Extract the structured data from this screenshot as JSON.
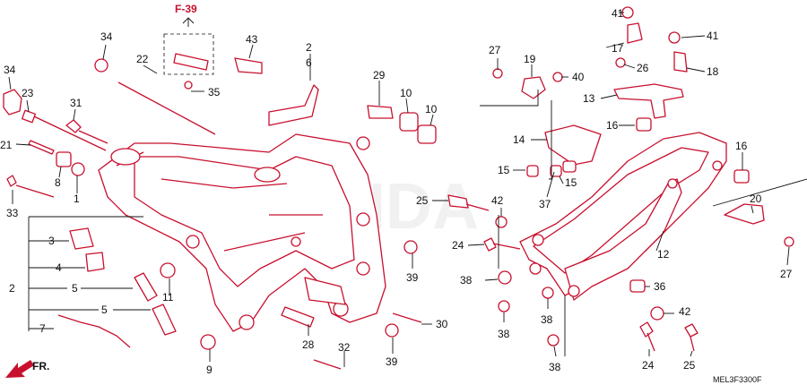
{
  "diagram": {
    "reference_tag": "F-39",
    "direction_label": "FR.",
    "diagram_code": "MEL3F3300F",
    "watermark": "HONDA",
    "callouts": [
      {
        "id": "c34a",
        "text": "34"
      },
      {
        "id": "c23",
        "text": "23"
      },
      {
        "id": "c21",
        "text": "21"
      },
      {
        "id": "c33",
        "text": "33"
      },
      {
        "id": "c34b",
        "text": "34"
      },
      {
        "id": "c22",
        "text": "22"
      },
      {
        "id": "c31",
        "text": "31"
      },
      {
        "id": "c8",
        "text": "8"
      },
      {
        "id": "c1",
        "text": "1"
      },
      {
        "id": "c35",
        "text": "35"
      },
      {
        "id": "c43",
        "text": "43"
      },
      {
        "id": "c2a",
        "text": "2"
      },
      {
        "id": "c6",
        "text": "6"
      },
      {
        "id": "c29",
        "text": "29"
      },
      {
        "id": "c10a",
        "text": "10"
      },
      {
        "id": "c10b",
        "text": "10"
      },
      {
        "id": "c3",
        "text": "3"
      },
      {
        "id": "c4",
        "text": "4"
      },
      {
        "id": "c2b",
        "text": "2"
      },
      {
        "id": "c5a",
        "text": "5"
      },
      {
        "id": "c5b",
        "text": "5"
      },
      {
        "id": "c7",
        "text": "7"
      },
      {
        "id": "c11",
        "text": "11"
      },
      {
        "id": "c9",
        "text": "9"
      },
      {
        "id": "c28",
        "text": "28"
      },
      {
        "id": "c32",
        "text": "32"
      },
      {
        "id": "c39a",
        "text": "39"
      },
      {
        "id": "c30",
        "text": "30"
      },
      {
        "id": "c39b",
        "text": "39"
      },
      {
        "id": "c27a",
        "text": "27"
      },
      {
        "id": "c19",
        "text": "19"
      },
      {
        "id": "c40",
        "text": "40"
      },
      {
        "id": "c41a",
        "text": "41"
      },
      {
        "id": "c17",
        "text": "17"
      },
      {
        "id": "c26",
        "text": "26"
      },
      {
        "id": "c41b",
        "text": "41"
      },
      {
        "id": "c18",
        "text": "18"
      },
      {
        "id": "c13",
        "text": "13"
      },
      {
        "id": "c16a",
        "text": "16"
      },
      {
        "id": "c14",
        "text": "14"
      },
      {
        "id": "c15a",
        "text": "15"
      },
      {
        "id": "c15b",
        "text": "15"
      },
      {
        "id": "c37",
        "text": "37"
      },
      {
        "id": "c25a",
        "text": "25"
      },
      {
        "id": "c42a",
        "text": "42"
      },
      {
        "id": "c24a",
        "text": "24"
      },
      {
        "id": "c38a",
        "text": "38"
      },
      {
        "id": "c38b",
        "text": "38"
      },
      {
        "id": "c38c",
        "text": "38"
      },
      {
        "id": "c38d",
        "text": "38"
      },
      {
        "id": "c12",
        "text": "12"
      },
      {
        "id": "c16b",
        "text": "16"
      },
      {
        "id": "c20",
        "text": "20"
      },
      {
        "id": "c27b",
        "text": "27"
      },
      {
        "id": "c36",
        "text": "36"
      },
      {
        "id": "c42b",
        "text": "42"
      },
      {
        "id": "c24b",
        "text": "24"
      },
      {
        "id": "c25b",
        "text": "25"
      }
    ]
  }
}
